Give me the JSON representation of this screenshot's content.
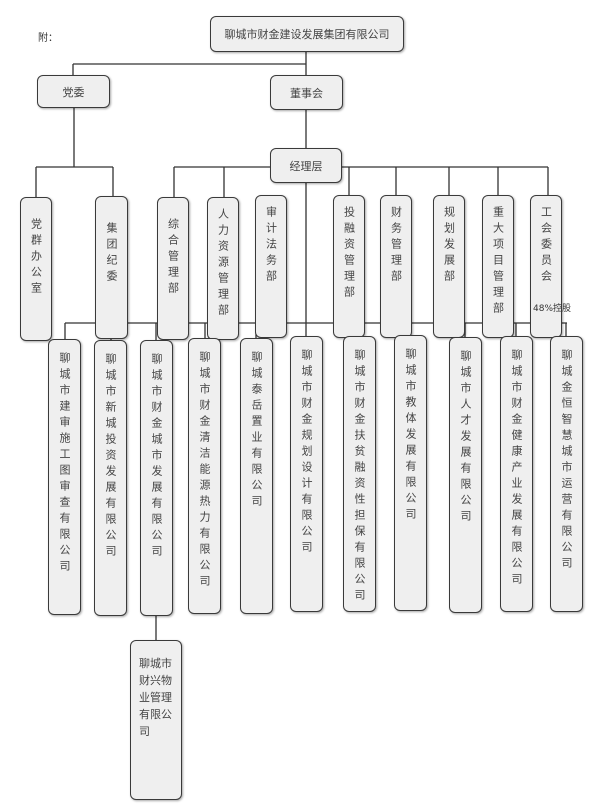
{
  "annex_label": "附：",
  "root": "聊城市财金建设发展集团有限公司",
  "party_committee": "党委",
  "board": "董事会",
  "management": "经理层",
  "party_departments": [
    "党群办公室",
    "集团纪委"
  ],
  "departments": [
    "综合管理部",
    "人力资源管理部",
    "审计法务部",
    "投融资管理部",
    "财务管理部",
    "规划发展部",
    "重大项目管理部",
    "工会委员会"
  ],
  "companies": [
    "聊城市建审施工图审查有限公司",
    "聊城市新城投资发展有限公司",
    "聊城市财金城市发展有限公司",
    "聊城市财金清洁能源热力有限公司",
    "聊城泰岳置业有限公司",
    "聊城市财金规划设计有限公司",
    "聊城市财金扶贫融资性担保有限公司",
    "聊城市教体发展有限公司",
    "聊城市人才发展有限公司",
    "聊城市财金健康产业发展有限公司",
    "聊城金恒智慧城市运营有限公司"
  ],
  "holding_note": "48%控股",
  "subsidiary": "聊城市财兴物业管理有限公司"
}
